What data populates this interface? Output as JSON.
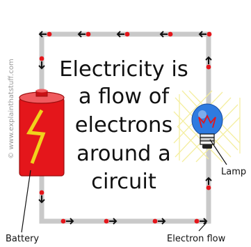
{
  "watermark": "© www.explainthatstuff.com",
  "headline_lines": [
    "Electricity is",
    "a flow of",
    "electrons",
    "around a",
    "circuit"
  ],
  "labels": {
    "lamp": "Lamp",
    "battery": "Battery",
    "electron_flow": "Electron flow"
  },
  "colors": {
    "wire": "#c9c9c9",
    "electron": "#e4161b",
    "arrow": "#111111",
    "battery_body": "#e4161b",
    "battery_bolt": "#f1d21c",
    "bulb_glass": "#2f7be0",
    "glow": "#f4ee9c"
  }
}
